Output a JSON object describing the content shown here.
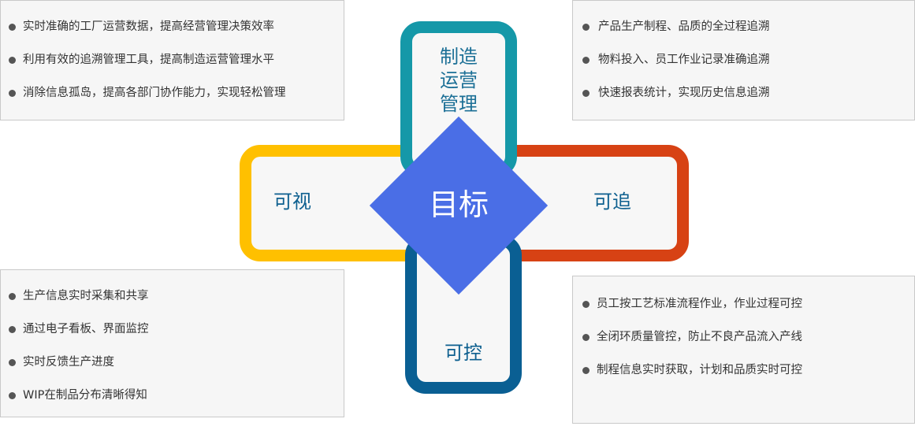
{
  "center": {
    "label": "目标"
  },
  "pillars": {
    "top": {
      "label": "制造\n运营\n管理",
      "color": "#1598a8"
    },
    "left": {
      "label": "可视",
      "color": "#ffc000"
    },
    "right": {
      "label": "可追",
      "color": "#d74214"
    },
    "bottom": {
      "label": "可控",
      "color": "#0a5f93"
    },
    "center_color": "#4a6ee6"
  },
  "cards": {
    "top_left": {
      "items": [
        "实时准确的工厂运营数据，提高经营管理决策效率",
        "利用有效的追溯管理工具，提高制造运营管理水平",
        "消除信息孤岛，提高各部门协作能力，实现轻松管理"
      ]
    },
    "top_right": {
      "items": [
        " 产品生产制程、品质的全过程追溯",
        "物料投入、员工作业记录准确追溯",
        "快速报表统计，实现历史信息追溯"
      ]
    },
    "bottom_left": {
      "items": [
        "生产信息实时采集和共享",
        "通过电子看板、界面监控",
        "实时反馈生产进度",
        " WIP在制品分布清晰得知"
      ]
    },
    "bottom_right": {
      "items": [
        "员工按工艺标准流程作业，作业过程可控",
        " 全闭环质量管控，防止不良产品流入产线",
        " 制程信息实时获取，计划和品质实时可控"
      ]
    }
  }
}
